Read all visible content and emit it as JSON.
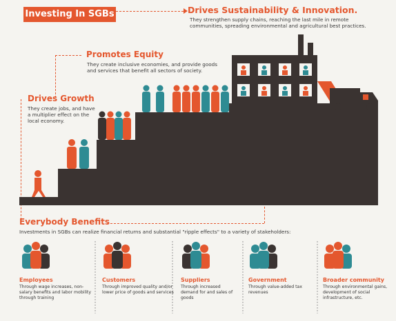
{
  "title": "Investing In SGBs",
  "sections": {
    "growth": {
      "heading": "Drives Growth",
      "text": "They create jobs, and have a multiplier effect on the local economy."
    },
    "equity": {
      "heading": "Promotes Equity",
      "text": "They create inclusive economies, and provide goods and services that benefit all sectors of society."
    },
    "sustain": {
      "heading": "Drives Sustainability & Innovation.",
      "text": "They strengthen supply chains, reaching the last mile in remote communities, spreading environmental and agricultural best practices."
    }
  },
  "everybody": {
    "heading": "Everybody Benefits",
    "text": "Investments in SGBs can realize financial returns and substantial \"ripple effects\" to a variety of stakeholders:"
  },
  "benefits": [
    {
      "label": "Employees",
      "desc": "Through wage increases, non-salary benefits and labor mobility through training"
    },
    {
      "label": "Customers",
      "desc": "Through improved quality and/or lower price of goods and services"
    },
    {
      "label": "Suppliers",
      "desc": "Through increased demand for and sales of goods"
    },
    {
      "label": "Government",
      "desc": "Through value-added tax revenues"
    },
    {
      "label": "Broader community",
      "desc": "Through environmental gains, development of social infrastructure, etc."
    }
  ],
  "colors": {
    "accent": "#e4572e",
    "teal": "#2e8b93",
    "dark": "#3a3331"
  }
}
